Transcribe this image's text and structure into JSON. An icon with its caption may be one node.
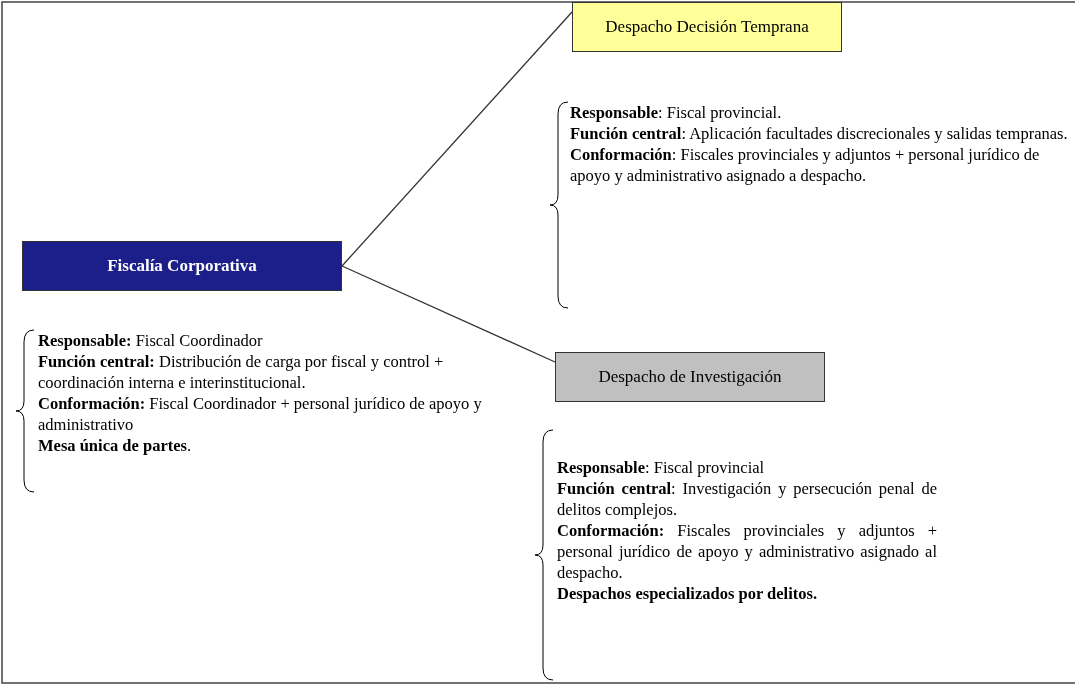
{
  "diagram": {
    "nodes": [
      {
        "text": [
          "Fiscalía  Corporativa"
        ],
        "beside": [
          "**Responsable:** Fiscal Coordinador",
          "**Función central:** Distribución de carga por fiscal y control + coordinación interna e interinstitucional.",
          "**Conformación:** Fiscal Coordinador + personal jurídico de apoyo y administrativo",
          "**Mesa única de partes**."
        ]
      },
      {
        "text": [
          "Despacho Decisión Temprana"
        ],
        "beside": [
          "**Responsable**: Fiscal provincial.",
          "**Función central**: Aplicación facultades discrecionales y salidas tempranas.",
          "**Conformación**: Fiscales provinciales y adjuntos + personal jurídico de apoyo y administrativo asignado a despacho."
        ]
      },
      {
        "text": [
          "Despacho de Investigación"
        ],
        "beside": [
          "**Responsable**: Fiscal provincial",
          "**Función central**: Investigación y persecución penal de delitos complejos.",
          "**Conformación:** Fiscales provinciales y adjuntos + personal jurídico de apoyo y administrativo asignado al despacho.",
          "**Despachos especializados por delitos.**"
        ]
      }
    ],
    "edges": [
      {
        "from": 0,
        "to": 1,
        "arrow": "none"
      },
      {
        "from": 0,
        "to": 2,
        "arrow": "none"
      }
    ]
  }
}
